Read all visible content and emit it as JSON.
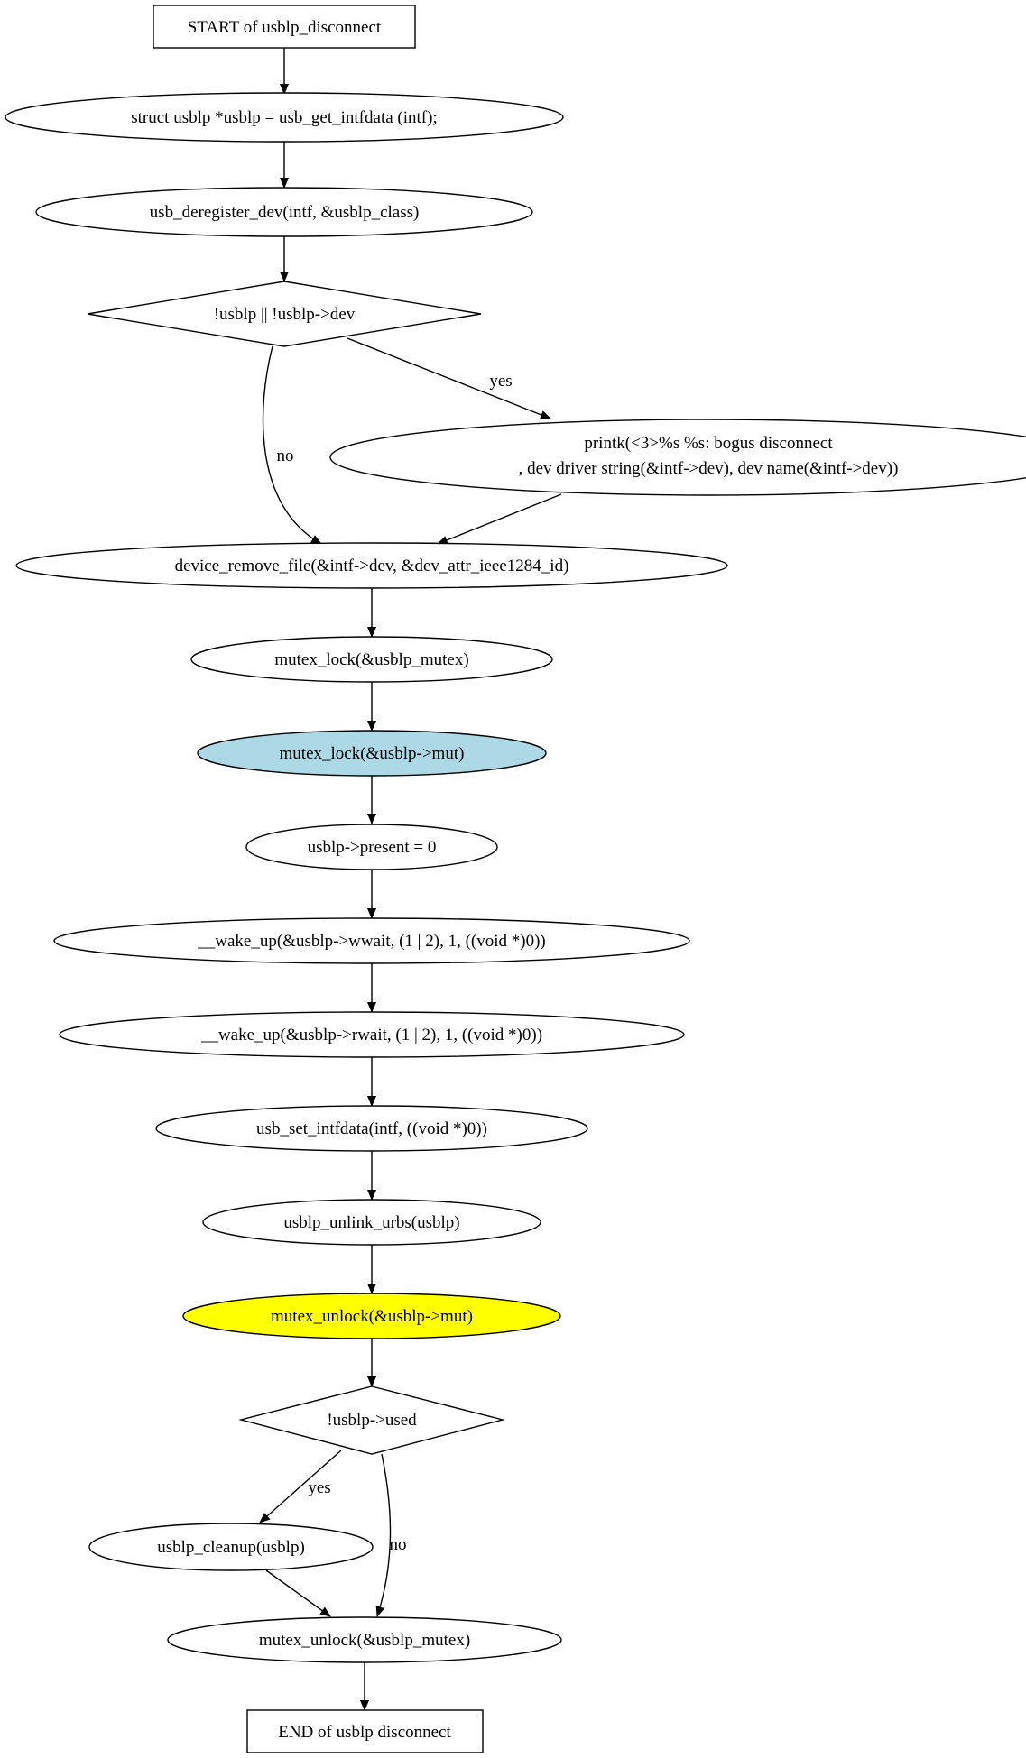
{
  "diagram": {
    "nodes": {
      "start": {
        "lines": [
          "START of usblp_disconnect"
        ],
        "shape": "box",
        "fill": "#ffffff"
      },
      "getdata": {
        "lines": [
          "struct usblp *usblp = usb_get_intfdata (intf);"
        ],
        "shape": "ellipse",
        "fill": "#ffffff"
      },
      "deregister": {
        "lines": [
          "usb_deregister_dev(intf, &usblp_class)"
        ],
        "shape": "ellipse",
        "fill": "#ffffff"
      },
      "check1": {
        "lines": [
          "!usblp || !usblp->dev"
        ],
        "shape": "diamond",
        "fill": "#ffffff"
      },
      "printk": {
        "lines": [
          "printk(<3>%s %s: bogus disconnect",
          ", dev  driver  string(&intf->dev), dev  name(&intf->dev))"
        ],
        "shape": "ellipse",
        "fill": "#ffffff"
      },
      "removefile": {
        "lines": [
          "device_remove_file(&intf->dev, &dev_attr_ieee1284_id)"
        ],
        "shape": "ellipse",
        "fill": "#ffffff"
      },
      "lock1": {
        "lines": [
          "mutex_lock(&usblp_mutex)"
        ],
        "shape": "ellipse",
        "fill": "#ffffff"
      },
      "lock2": {
        "lines": [
          "mutex_lock(&usblp->mut)"
        ],
        "shape": "ellipse",
        "fill": "#add8e6"
      },
      "present": {
        "lines": [
          "usblp->present = 0"
        ],
        "shape": "ellipse",
        "fill": "#ffffff"
      },
      "wakew": {
        "lines": [
          "__wake_up(&usblp->wwait, (1 | 2), 1, ((void *)0))"
        ],
        "shape": "ellipse",
        "fill": "#ffffff"
      },
      "waker": {
        "lines": [
          "__wake_up(&usblp->rwait, (1 | 2), 1, ((void *)0))"
        ],
        "shape": "ellipse",
        "fill": "#ffffff"
      },
      "setdata": {
        "lines": [
          "usb_set_intfdata(intf, ((void *)0))"
        ],
        "shape": "ellipse",
        "fill": "#ffffff"
      },
      "unlink": {
        "lines": [
          "usblp_unlink_urbs(usblp)"
        ],
        "shape": "ellipse",
        "fill": "#ffffff"
      },
      "unlock1": {
        "lines": [
          "mutex_unlock(&usblp->mut)"
        ],
        "shape": "ellipse",
        "fill": "#ffff00"
      },
      "check2": {
        "lines": [
          "!usblp->used"
        ],
        "shape": "diamond",
        "fill": "#ffffff"
      },
      "cleanup": {
        "lines": [
          "usblp_cleanup(usblp)"
        ],
        "shape": "ellipse",
        "fill": "#ffffff"
      },
      "unlock2": {
        "lines": [
          "mutex_unlock(&usblp_mutex)"
        ],
        "shape": "ellipse",
        "fill": "#ffffff"
      },
      "end": {
        "lines": [
          "END of usblp  disconnect"
        ],
        "shape": "box",
        "fill": "#ffffff"
      }
    },
    "edges": [
      {
        "from": "start",
        "to": "getdata",
        "label": ""
      },
      {
        "from": "getdata",
        "to": "deregister",
        "label": ""
      },
      {
        "from": "deregister",
        "to": "check1",
        "label": ""
      },
      {
        "from": "check1",
        "to": "printk",
        "label": "yes"
      },
      {
        "from": "check1",
        "to": "removefile",
        "label": "no"
      },
      {
        "from": "printk",
        "to": "removefile",
        "label": ""
      },
      {
        "from": "removefile",
        "to": "lock1",
        "label": ""
      },
      {
        "from": "lock1",
        "to": "lock2",
        "label": ""
      },
      {
        "from": "lock2",
        "to": "present",
        "label": ""
      },
      {
        "from": "present",
        "to": "wakew",
        "label": ""
      },
      {
        "from": "wakew",
        "to": "waker",
        "label": ""
      },
      {
        "from": "waker",
        "to": "setdata",
        "label": ""
      },
      {
        "from": "setdata",
        "to": "unlink",
        "label": ""
      },
      {
        "from": "unlink",
        "to": "unlock1",
        "label": ""
      },
      {
        "from": "unlock1",
        "to": "check2",
        "label": ""
      },
      {
        "from": "check2",
        "to": "cleanup",
        "label": "yes"
      },
      {
        "from": "check2",
        "to": "unlock2",
        "label": "no"
      },
      {
        "from": "cleanup",
        "to": "unlock2",
        "label": ""
      },
      {
        "from": "unlock2",
        "to": "end",
        "label": ""
      }
    ]
  }
}
